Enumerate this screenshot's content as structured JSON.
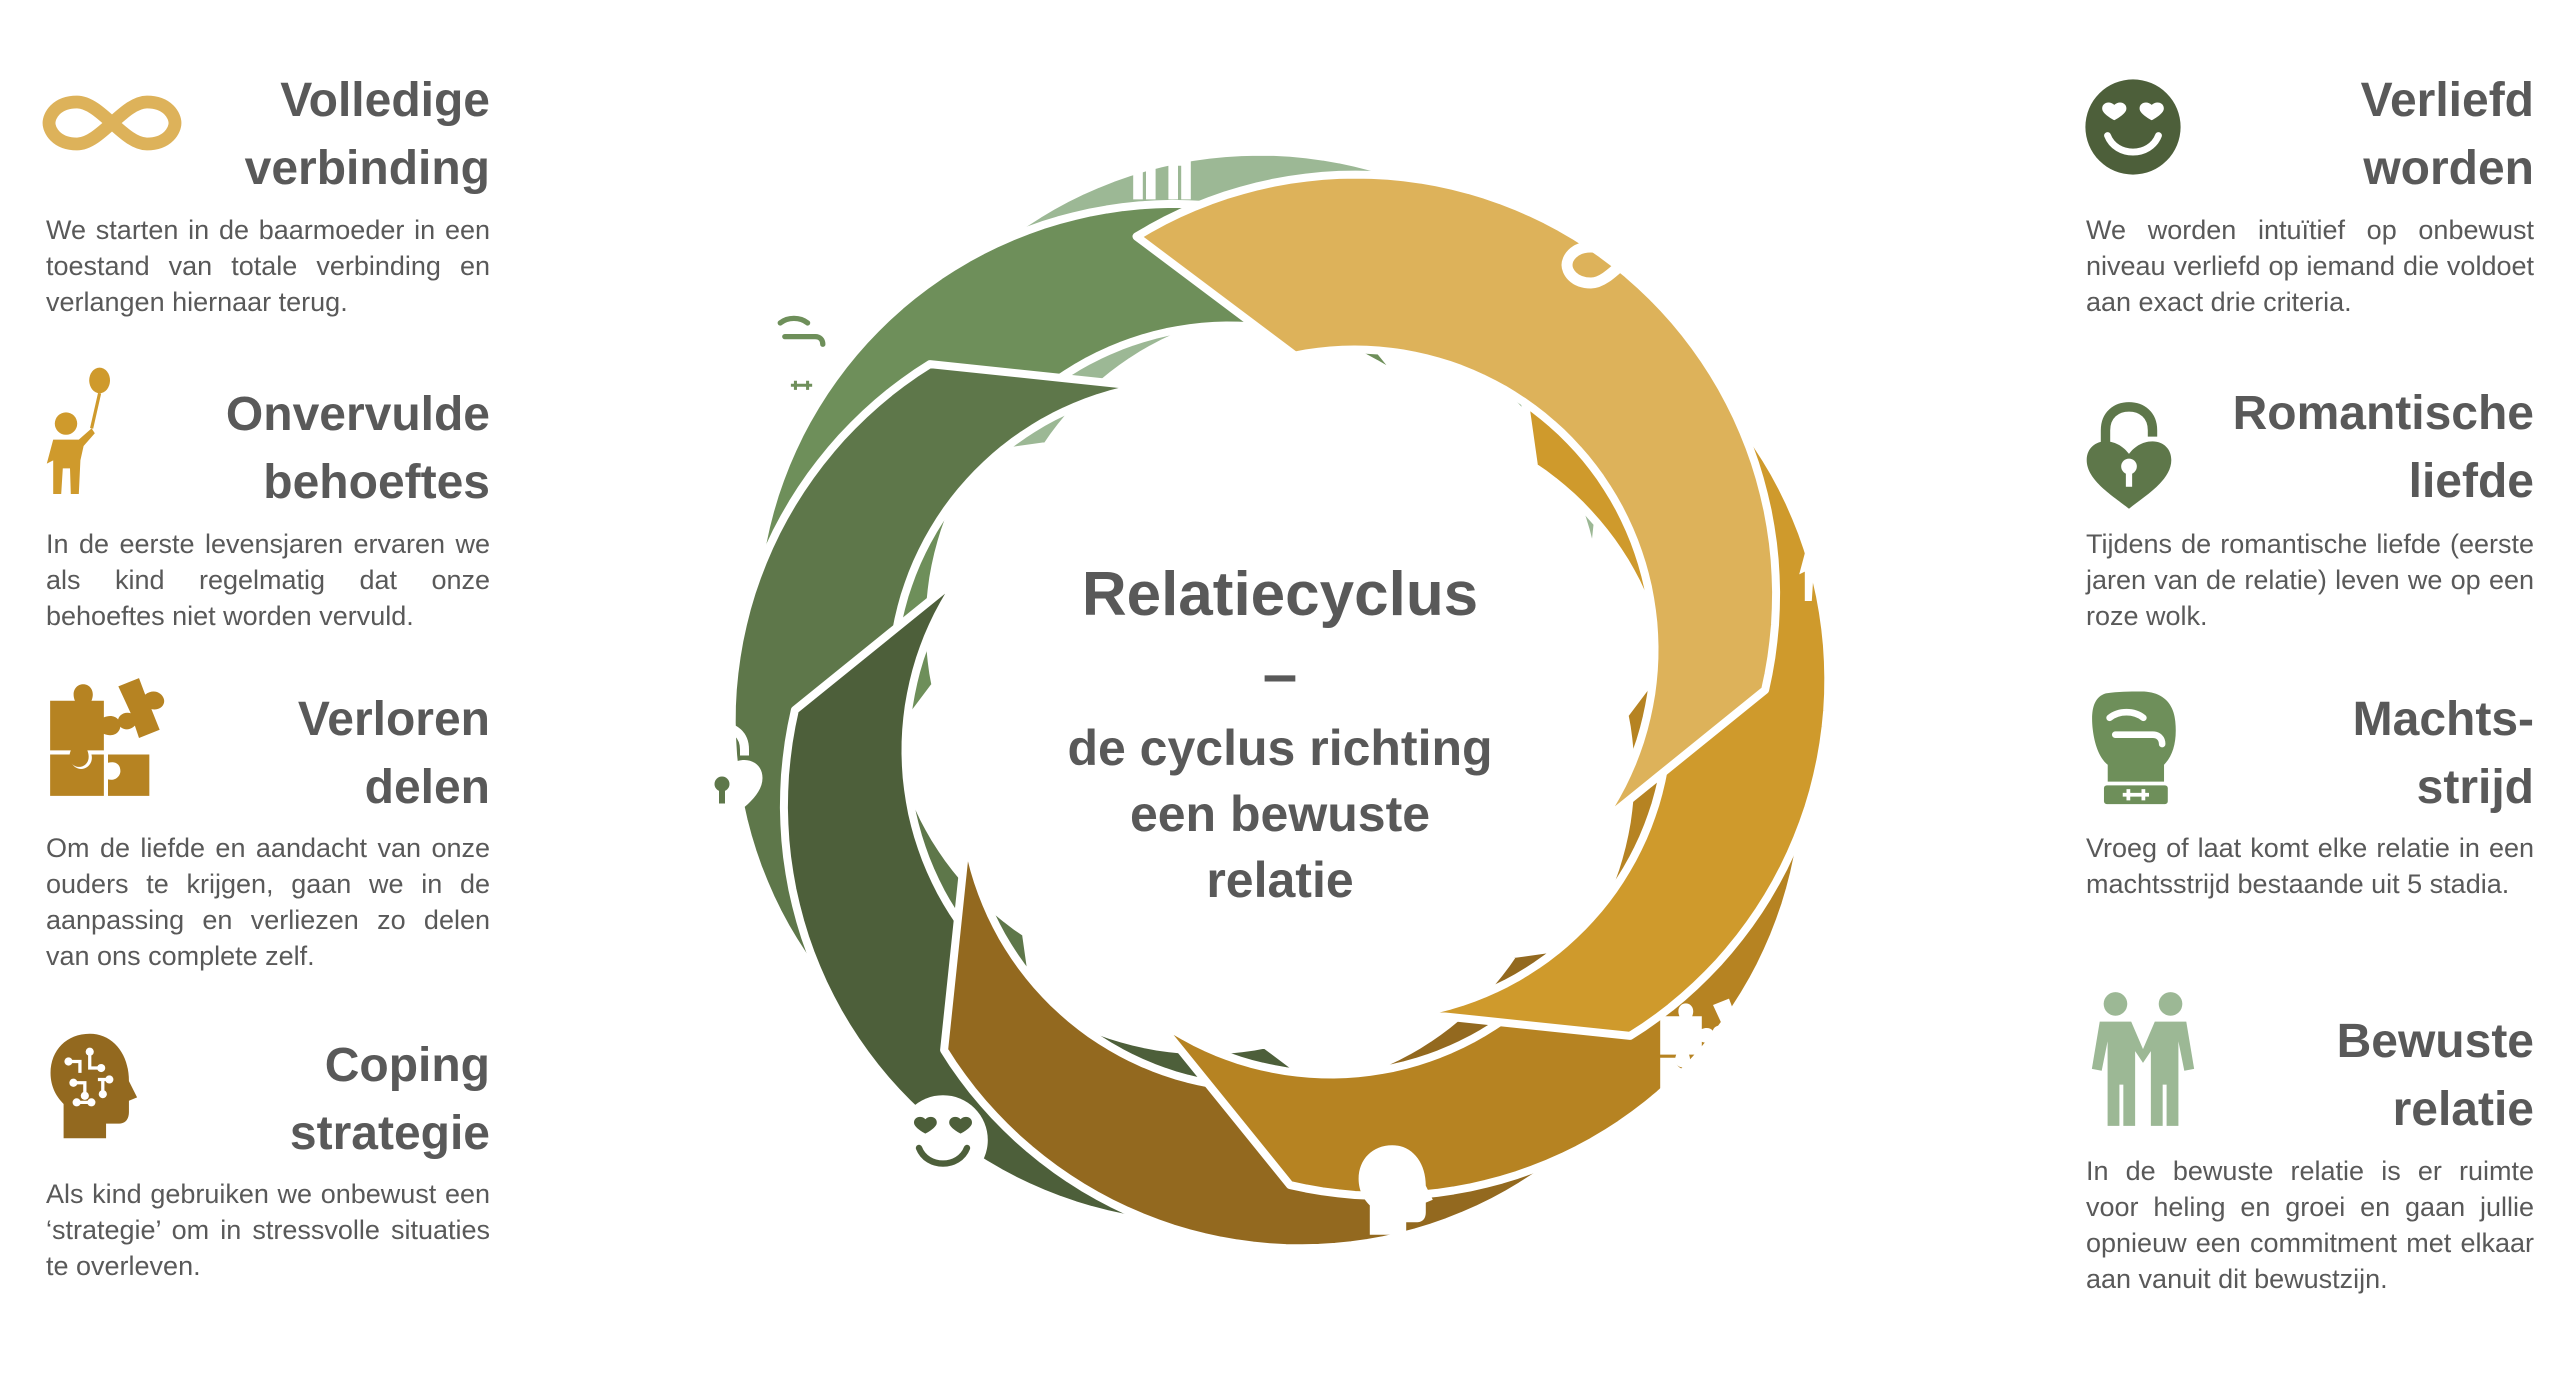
{
  "center": {
    "title": "Relatiecyclus",
    "dash": "–",
    "line1": "de cyclus richting",
    "line2": "een bewuste",
    "line3": "relatie"
  },
  "left_items": [
    {
      "title1": "Volledige",
      "title2": "verbinding",
      "desc": "We starten in de baarmoeder in een toestand van totale verbinding en verlangen hiernaar terug.",
      "icon": "infinity-icon",
      "color": "#DDB25A"
    },
    {
      "title1": "Onvervulde",
      "title2": "behoeftes",
      "desc": "In de eerste levensjaren ervaren we als kind regelmatig dat onze behoeftes niet worden vervuld.",
      "icon": "child-balloon-icon",
      "color": "#CF9A2C"
    },
    {
      "title1": "Verloren",
      "title2": "delen",
      "desc": "Om de liefde en aandacht van onze ouders te krijgen, gaan we in de aanpassing en verliezen zo delen van ons complete zelf.",
      "icon": "puzzle-icon",
      "color": "#B68322"
    },
    {
      "title1": "Coping",
      "title2": "strategie",
      "desc": "Als kind gebruiken we onbewust een ‘strategie’ om in stressvolle situaties te overleven.",
      "icon": "head-brain-icon",
      "color": "#93691F"
    }
  ],
  "right_items": [
    {
      "title1": "Verliefd",
      "title2": "worden",
      "desc": "We worden intuïtief op onbewust niveau verliefd op iemand die voldoet aan exact drie criteria.",
      "icon": "heart-eyes-icon",
      "color": "#4D5F3A"
    },
    {
      "title1": "Romantische",
      "title2": "liefde",
      "desc": "Tijdens de romantische liefde (eerste jaren van de relatie) leven we op een roze wolk.",
      "icon": "heart-lock-icon",
      "color": "#5E774A"
    },
    {
      "title1": "Machts-",
      "title2": "strijd",
      "desc": "Vroeg of laat komt elke relatie in een machtsstrijd bestaande uit 5 stadia.",
      "icon": "boxing-glove-icon",
      "color": "#6E8F5A"
    },
    {
      "title1": "Bewuste",
      "title2": "relatie",
      "desc": "In de bewuste relatie is er ruimte voor heling en groei en gaan jullie opnieuw een commitment met elkaar aan vanuit dit bewustzijn.",
      "icon": "couple-icon",
      "color": "#9CB895"
    }
  ],
  "segments": [
    {
      "color": "#DDB25A",
      "icon": "infinity-icon"
    },
    {
      "color": "#CF9A2C",
      "icon": "child-balloon-icon"
    },
    {
      "color": "#B68322",
      "icon": "puzzle-icon"
    },
    {
      "color": "#93691F",
      "icon": "head-brain-icon"
    },
    {
      "color": "#4D5F3A",
      "icon": "heart-eyes-icon"
    },
    {
      "color": "#5E774A",
      "icon": "heart-lock-icon"
    },
    {
      "color": "#6E8F5A",
      "icon": "boxing-glove-icon"
    },
    {
      "color": "#9CB895",
      "icon": "couple-icon"
    }
  ]
}
